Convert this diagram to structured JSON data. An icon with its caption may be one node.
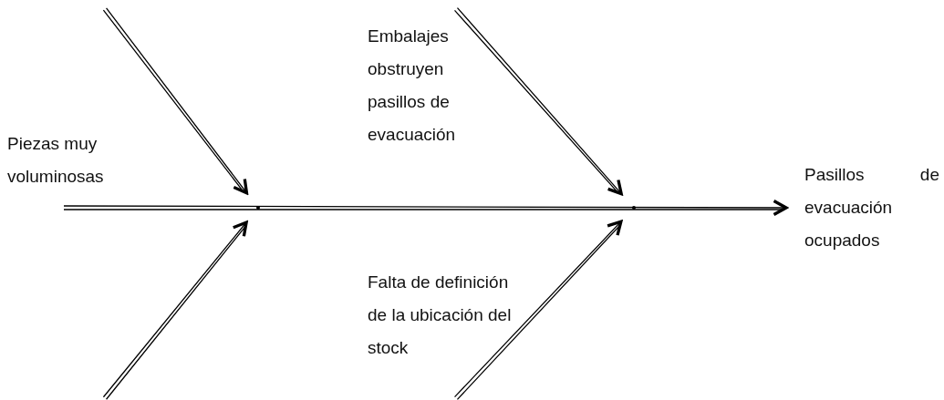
{
  "diagram": {
    "nodes": [
      {
        "text": [
          "Pasillos de evacuación ocupados"
        ]
      },
      {
        "text": [],
        "shape": "point"
      },
      {
        "text": [],
        "shape": "point"
      }
    ],
    "edges": [
      {
        "from": null,
        "to": 0,
        "arrow": "to"
      },
      {
        "from": null,
        "to": 1,
        "arrow": "to"
      },
      {
        "from": null,
        "to": 2,
        "arrow": "to"
      },
      {
        "from": null,
        "to": 1,
        "arrow": "to"
      },
      {
        "from": null,
        "to": 2,
        "arrow": "to"
      }
    ],
    "labels": [
      "Piezas muy voluminosas",
      "Embalajes obstruyen pasillos de evacuación",
      "Falta de definición de la ubicación del stock"
    ]
  }
}
